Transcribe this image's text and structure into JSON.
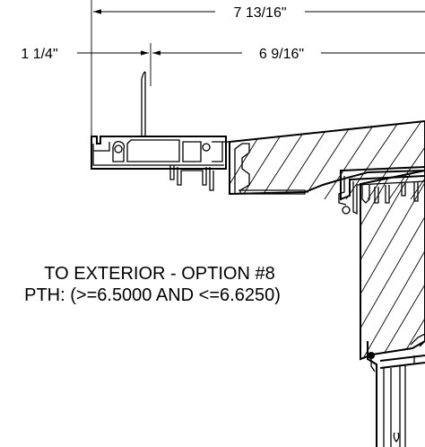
{
  "dimensions": {
    "overall": "7 13/16\"",
    "left": "1 1/4\"",
    "right": "6 9/16\""
  },
  "note": {
    "line1": "TO EXTERIOR - OPTION #8",
    "line2": "PTH: (>=6.5000 AND <=6.6250)"
  },
  "colors": {
    "line": "#000000",
    "background": "#ffffff"
  }
}
